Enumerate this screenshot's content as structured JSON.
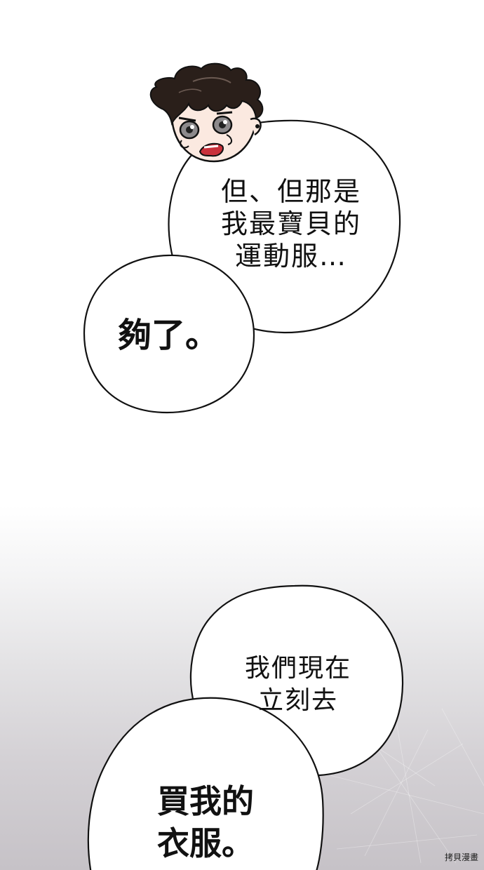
{
  "panel": {
    "bubble_1_text": "但、但那是\n我最寶貝的\n運動服…",
    "bubble_2_text": "夠了。",
    "bubble_3_text": "我們現在\n立刻去",
    "bubble_4_text": "買我的\n衣服。"
  },
  "character": {
    "icon": "crying-boy-face-icon"
  },
  "watermark": {
    "text": "拷貝漫畫"
  },
  "colors": {
    "bubble_fill": "#ffffff",
    "bubble_stroke": "#111111",
    "hair": "#2a1f1a",
    "skin": "#fbe9e0",
    "mouth": "#c9303a"
  }
}
